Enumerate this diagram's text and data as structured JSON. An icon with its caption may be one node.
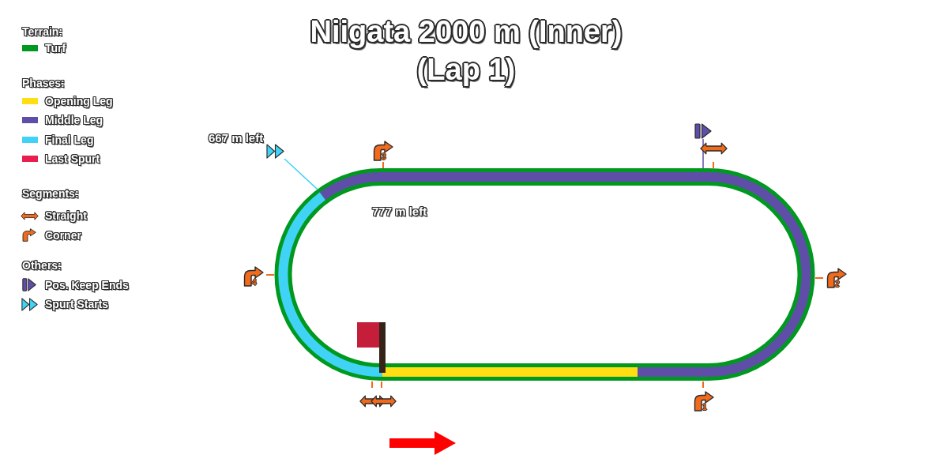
{
  "diagram": {
    "title": "Niigata 2000 m (Inner) (Lap 1)",
    "nodes": [
      {
        "text": [],
        "shape": "picture",
        "beside": [
          "667 m left"
        ]
      },
      {
        "text": [],
        "shape": "picture"
      },
      {
        "text": [],
        "shape": "oval"
      }
    ],
    "edges": [
      {
        "from": 0,
        "to": 2,
        "arrow": "none",
        "color": "#41d3f5"
      },
      {
        "from": 1,
        "to": 2,
        "arrow": "none",
        "color": "#5f4ea8"
      }
    ],
    "labels": [
      "Terrain:",
      "Phases:",
      "Segments:",
      "Others:",
      "3",
      "777 m left",
      "4",
      "2",
      "1"
    ],
    "legend": [
      {
        "text": "Turf",
        "color": "#00991f"
      },
      {
        "text": "Opening Leg",
        "color": "#ffde14"
      },
      {
        "text": "Middle Leg",
        "color": "#5f4ea8"
      },
      {
        "text": "Final Leg",
        "color": "#41d3f5"
      },
      {
        "text": "Last Spurt",
        "color": "#e91e4f"
      },
      {
        "text": "Straight"
      },
      {
        "text": "Corner"
      },
      {
        "text": "Pos. Keep Ends"
      },
      {
        "text": "Spurt Starts"
      }
    ]
  }
}
